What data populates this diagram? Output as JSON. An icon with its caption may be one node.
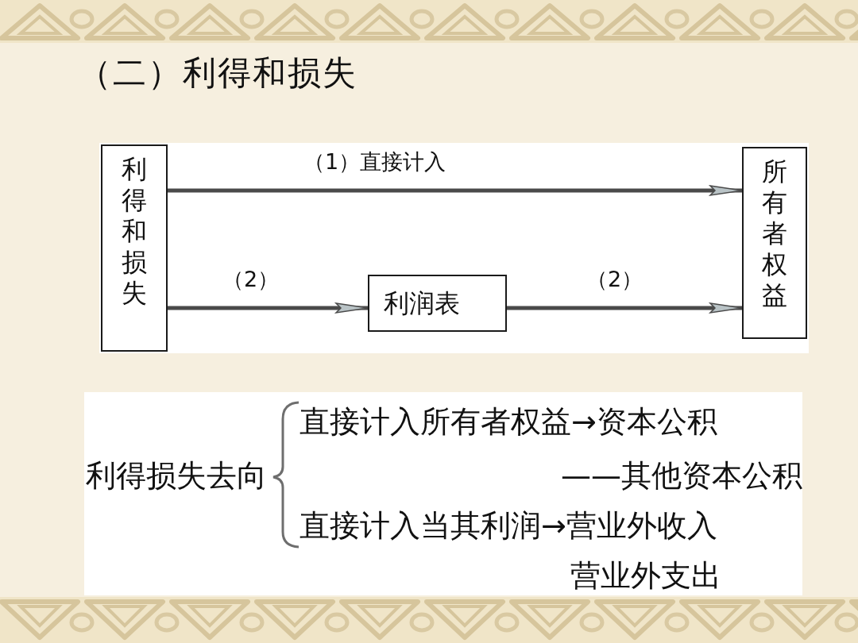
{
  "diagram": {
    "title": "（二）利得和损失",
    "nodes": [
      {
        "text": [
          "利得和损失"
        ]
      },
      {
        "text": [
          "所有者权益"
        ]
      },
      {
        "text": [
          "利润表"
        ]
      }
    ],
    "edges": [
      {
        "from": 0,
        "to": 1,
        "arrow": "to",
        "label": "（1）直接计入"
      },
      {
        "from": 0,
        "to": 2,
        "arrow": "to",
        "label": "（2）"
      },
      {
        "from": 2,
        "to": 1,
        "arrow": "to",
        "label": "（2）"
      }
    ],
    "labels": [
      "利得损失去向",
      "直接计入所有者权益→资本公积",
      "——其他资本公积",
      "直接计入当其利润→营业外收入",
      "营业外支出"
    ]
  }
}
